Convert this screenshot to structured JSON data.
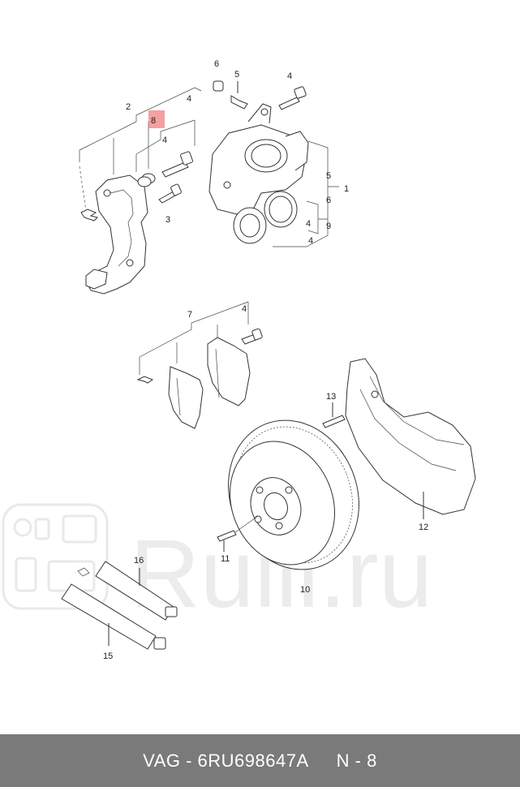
{
  "watermark": {
    "text": "Rulli.ru"
  },
  "labels": {
    "l1": "1",
    "l2": "2",
    "l3": "3",
    "l4a": "4",
    "l4b": "4",
    "l4c": "4",
    "l4d": "4",
    "l4e": "4",
    "l5a": "5",
    "l5b": "5",
    "l6a": "6",
    "l6b": "6",
    "l7": "7",
    "l8": "8",
    "l9": "9",
    "l10": "10",
    "l11": "11",
    "l12": "12",
    "l13": "13",
    "l15": "15",
    "l16": "16"
  },
  "highlight": {
    "label": "8",
    "color": "#f08080"
  },
  "footer": {
    "part_number": "VAG - 6RU698647A",
    "position": "N - 8"
  }
}
